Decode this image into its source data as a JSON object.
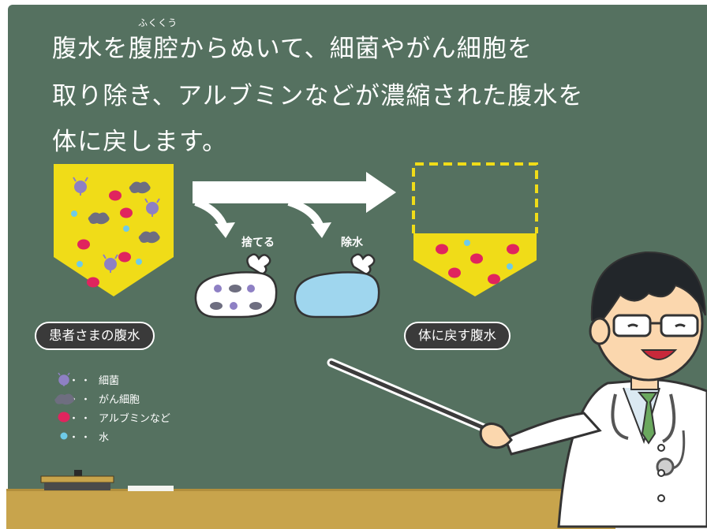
{
  "heading": {
    "ruby": "ふくくう",
    "line1": "腹水を腹腔からぬいて、細菌やがん細胞を",
    "line2": "取り除き、アルブミンなどが濃縮された腹水を",
    "line3": "体に戻します。"
  },
  "labels": {
    "patient_ascites": "患者さまの腹水",
    "return_ascites": "体に戻す腹水",
    "discard": "捨てる",
    "remove_water": "除水"
  },
  "legend": [
    {
      "dots": "・・・",
      "label": "細菌",
      "icon": "bacteria-icon"
    },
    {
      "dots": "・・・",
      "label": "がん細胞",
      "icon": "cancer-cell-icon"
    },
    {
      "dots": "・・・",
      "label": "アルブミンなど",
      "icon": "albumin-dot-icon"
    },
    {
      "dots": "・・・",
      "label": "水",
      "icon": "water-dot-icon"
    }
  ],
  "colors": {
    "board": "#557160",
    "ledge": "#c8a44c",
    "fluid": "#f0dc18",
    "albumin": "#e0245e",
    "water": "#6ecbe8",
    "bacteria": "#8e80c4",
    "cancer_cell": "#6e6e80"
  }
}
